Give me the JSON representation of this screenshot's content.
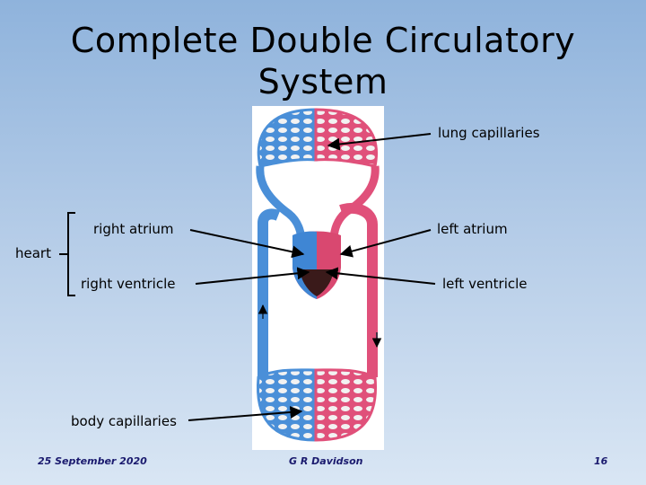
{
  "slide": {
    "title_line1": "Complete Double Circulatory",
    "title_line2": "System"
  },
  "labels": {
    "lung_capillaries": "lung capillaries",
    "right_atrium": "right atrium",
    "left_atrium": "left atrium",
    "heart": "heart",
    "right_ventricle": "right ventricle",
    "left_ventricle": "left ventricle",
    "body_capillaries": "body capillaries"
  },
  "footer": {
    "date": "25 September 2020",
    "author": "G R Davidson",
    "page_number": "16"
  },
  "colors": {
    "deoxygenated_blood": "#4a8fd8",
    "oxygenated_blood": "#e0507a",
    "heart_muscle": "#3a1a1a"
  }
}
